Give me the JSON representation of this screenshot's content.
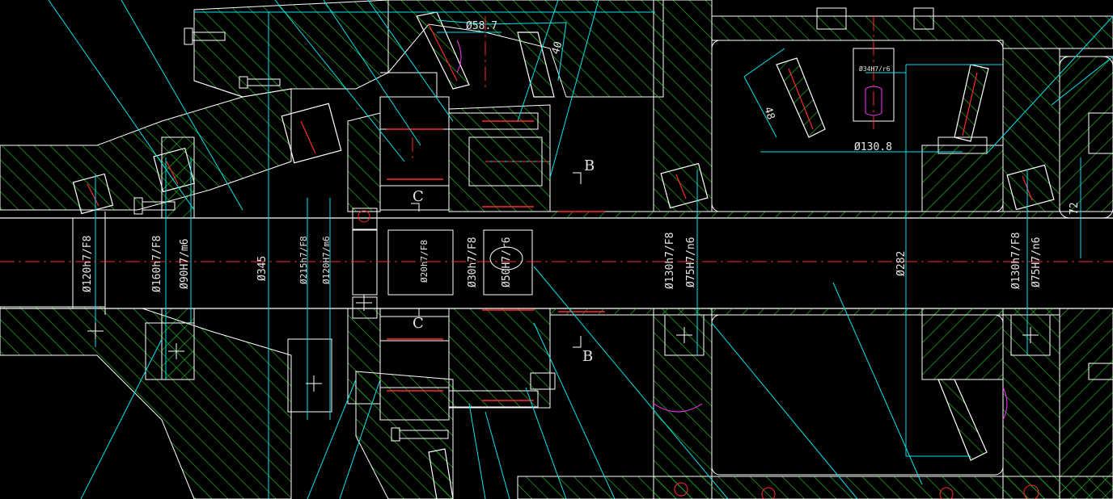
{
  "colors": {
    "background": "#000000",
    "outline": "#ffffff",
    "hatch": "#22c022",
    "dimension": "#00e5ee",
    "centerline": "#ff2a2a",
    "dimension_text": "#e6e6e6",
    "highlight": "#ff33ff"
  },
  "labels": {
    "d58_7": "Ø58.7",
    "d40": "40",
    "d48": "48",
    "d130_8": "Ø130.8",
    "d34": "Ø34H7/r6",
    "b_top": "B",
    "b_bottom": "B",
    "c_top": "C",
    "c_bottom": "C",
    "d120": "Ø120h7/F8",
    "d160": "Ø160h7/F8",
    "d90": "Ø90H7/m6",
    "d345": "Ø345",
    "d215": "Ø215h7/F8",
    "d120b": "Ø120H7/m6",
    "d20": "Ø20h7/F8",
    "d30": "Ø30h7/F8",
    "d50": "Ø50H7/r6",
    "d130a": "Ø130h7/F8",
    "d75a": "Ø75H7/n6",
    "d282": "Ø282",
    "d130b": "Ø130h7/F8",
    "d75b": "Ø75H7/n6",
    "d72": "72"
  }
}
